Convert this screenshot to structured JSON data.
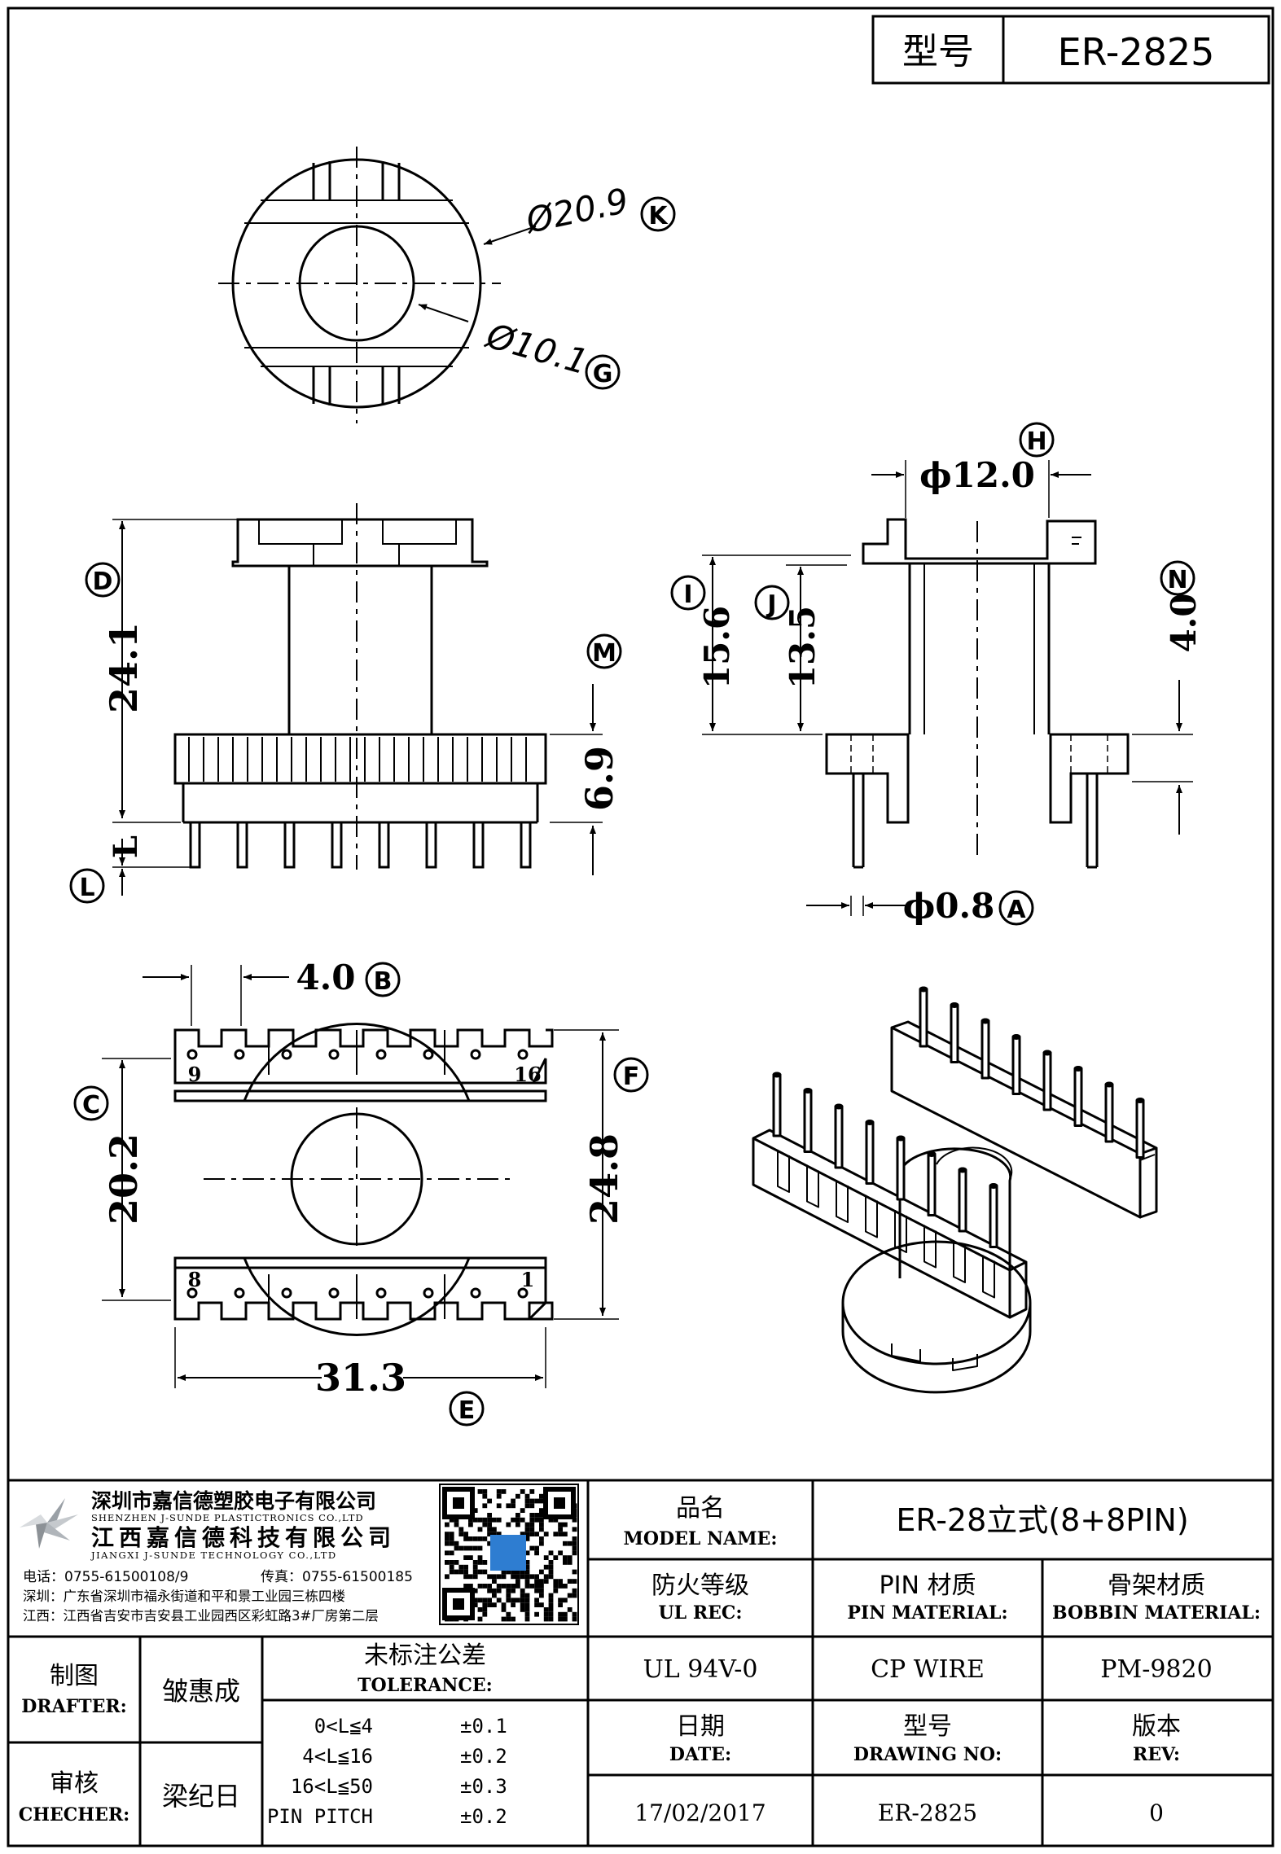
{
  "header": {
    "model_label": "型号",
    "model_value": "ER-2825"
  },
  "dimensions": {
    "k_dia": "Ø20.9",
    "g_dia": "Ø10.1",
    "h_dia": "ϕ12.0",
    "d_height": "24.1",
    "m_height": "6.9",
    "l_label": "L",
    "i_height": "15.6",
    "j_height": "13.5",
    "n_height": "4.0",
    "a_pin": "ϕ0.8",
    "b_pitch": "4.0",
    "c_width": "20.2",
    "f_width": "24.8",
    "e_length": "31.3"
  },
  "callouts": {
    "A": "A",
    "B": "B",
    "C": "C",
    "D": "D",
    "E": "E",
    "F": "F",
    "G": "G",
    "H": "H",
    "I": "I",
    "J": "J",
    "K": "K",
    "L": "L",
    "M": "M",
    "N": "N"
  },
  "pins": {
    "top_left": "9",
    "top_right": "16",
    "bottom_left": "8",
    "bottom_right": "1"
  },
  "company": {
    "name_cn_1": "深圳市嘉信德塑胶电子有限公司",
    "name_en_1": "SHENZHEN J-SUNDE PLASTICTRONICS CO.,LTD",
    "name_cn_2": "江西嘉信德科技有限公司",
    "name_en_2": "JIANGXI J-SUNDE TECHNOLOGY CO.,LTD",
    "phone": "电话：0755-61500108/9",
    "fax": "传真：0755-61500185",
    "addr_sz": "深圳：广东省深圳市福永街道和平和景工业园三栋四楼",
    "addr_jx": "江西：江西省吉安市吉安县工业园西区彩虹路3#厂房第二层"
  },
  "title_block": {
    "model_name_cn": "品名",
    "model_name_en": "MODEL NAME:",
    "model_name_value": "ER-28立式(8+8PIN)",
    "ul_cn": "防火等级",
    "ul_en": "UL REC:",
    "ul_value": "UL 94V-0",
    "pin_cn": "PIN 材质",
    "pin_en": "PIN MATERIAL:",
    "pin_value": "CP WIRE",
    "bobbin_cn": "骨架材质",
    "bobbin_en": "BOBBIN MATERIAL:",
    "bobbin_value": "PM-9820",
    "drafter_cn": "制图",
    "drafter_en": "DRAFTER:",
    "drafter_name": "皱惠成",
    "checker_cn": "审核",
    "checker_en": "CHECHER:",
    "checker_name": "梁纪日",
    "tol_cn": "未标注公差",
    "tol_en": "TOLERANCE:",
    "tolerances": [
      {
        "range": "0<L≦4",
        "value": "±0.1"
      },
      {
        "range": "4<L≦16",
        "value": "±0.2"
      },
      {
        "range": "16<L≦50",
        "value": "±0.3"
      },
      {
        "range": "PIN PITCH",
        "value": "±0.2"
      }
    ],
    "date_cn": "日期",
    "date_en": "DATE:",
    "date_value": "17/02/2017",
    "drawing_cn": "型号",
    "drawing_en": "DRAWING NO:",
    "drawing_value": "ER-2825",
    "rev_cn": "版本",
    "rev_en": "REV:",
    "rev_value": "0"
  }
}
